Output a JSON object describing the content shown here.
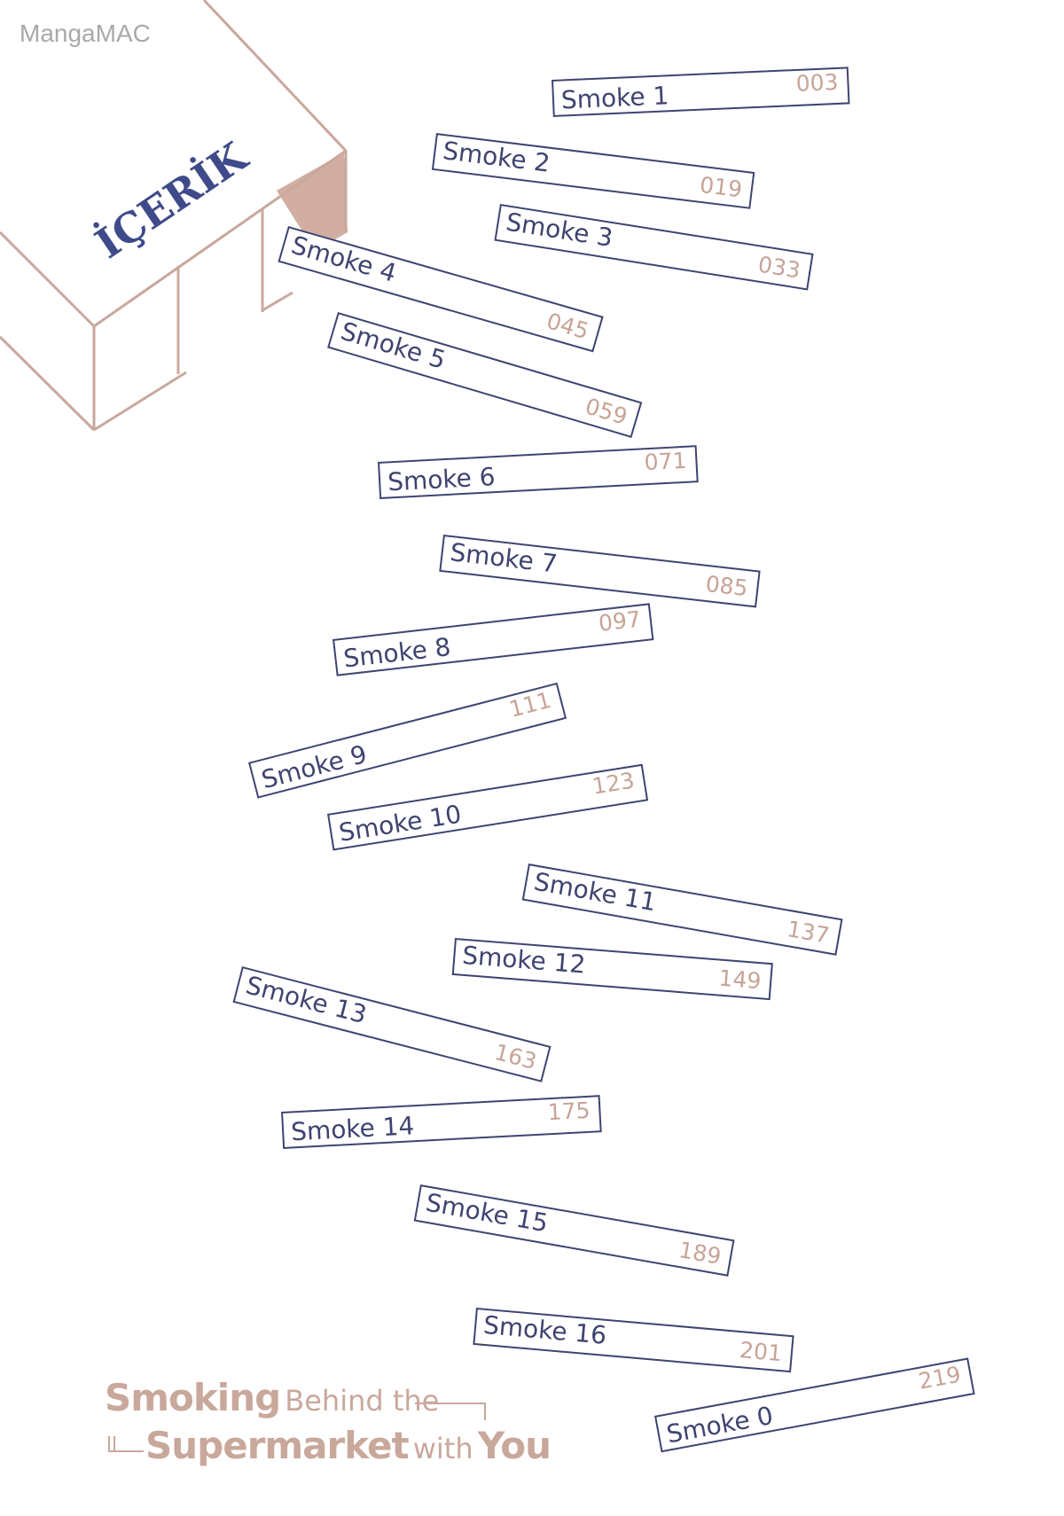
{
  "watermark": "MangaMAC",
  "box": {
    "title": "İÇERİK",
    "stroke_color": "#c9a89c",
    "title_color": "#3f4a8a"
  },
  "colors": {
    "entry_border": "#3f4470",
    "entry_label": "#3f4470",
    "entry_page": "#c7a497",
    "logo": "#c9a89c"
  },
  "entries": [
    {
      "label": "Smoke 1",
      "page": "003"
    },
    {
      "label": "Smoke 2",
      "page": "019"
    },
    {
      "label": "Smoke 3",
      "page": "033"
    },
    {
      "label": "Smoke 4",
      "page": "045"
    },
    {
      "label": "Smoke 5",
      "page": "059"
    },
    {
      "label": "Smoke 6",
      "page": "071"
    },
    {
      "label": "Smoke 7",
      "page": "085"
    },
    {
      "label": "Smoke 8",
      "page": "097"
    },
    {
      "label": "Smoke 9",
      "page": "111"
    },
    {
      "label": "Smoke 10",
      "page": "123"
    },
    {
      "label": "Smoke 11",
      "page": "137"
    },
    {
      "label": "Smoke 12",
      "page": "149"
    },
    {
      "label": "Smoke 13",
      "page": "163"
    },
    {
      "label": "Smoke 14",
      "page": "175"
    },
    {
      "label": "Smoke 15",
      "page": "189"
    },
    {
      "label": "Smoke 16",
      "page": "201"
    },
    {
      "label": "Smoke 0",
      "page": "219"
    }
  ],
  "logo": {
    "word1": "Smoking",
    "word2": "Behind the",
    "word3": "Supermarket",
    "word4": "with",
    "word5": "You"
  }
}
